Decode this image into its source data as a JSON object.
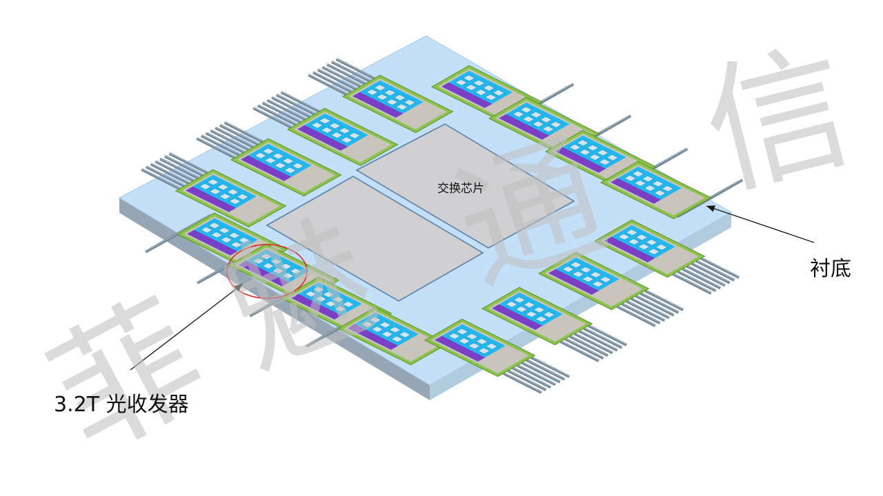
{
  "labels": {
    "switch_chip": "交换芯片",
    "substrate": "衬底",
    "transceiver": "3.2T 光收发器"
  },
  "watermark": {
    "text": "菲魅通信"
  },
  "modules": {
    "count": 16
  },
  "colors": {
    "substrate_top": "#c4e0f8",
    "substrate_side_left": "#97a6b4",
    "substrate_side_right": "#b2ccdf",
    "chip": "#d0d0d3",
    "chip_edge": "#5a7fa8",
    "module_frame": "#8cc34a",
    "module_base": "#c9c4bc",
    "pic_blue": "#22b7ee",
    "laser_purple": "#7a3fc4",
    "fiber": "#748898",
    "highlight_circle": "#d92020",
    "watermark": "#bfbfbf"
  }
}
